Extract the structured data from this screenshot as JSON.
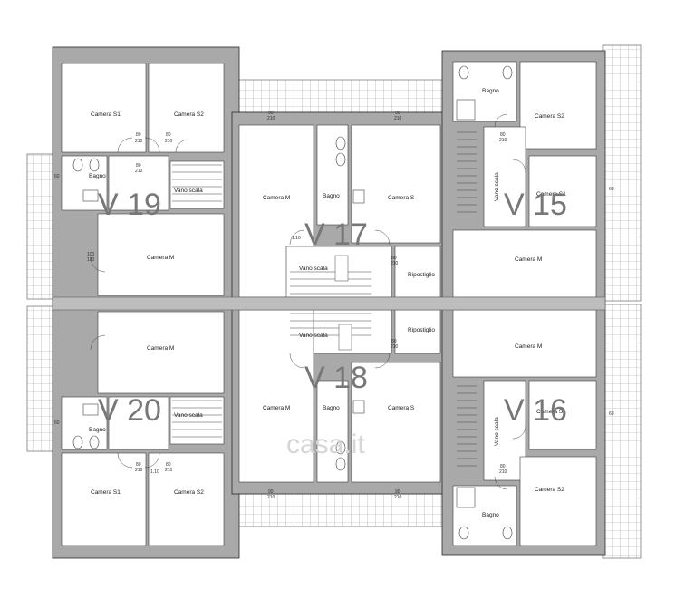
{
  "units": [
    {
      "id": "v19",
      "label": "V 19"
    },
    {
      "id": "v17",
      "label": "V 17"
    },
    {
      "id": "v15",
      "label": "V 15"
    },
    {
      "id": "v20",
      "label": "V 20"
    },
    {
      "id": "v18",
      "label": "V 18"
    },
    {
      "id": "v16",
      "label": "V 16"
    }
  ],
  "rooms": {
    "camera_m": "Camera M",
    "camera_s": "Camera S",
    "camera_s1": "Camera S1",
    "camera_s2": "Camera S2",
    "bagno": "Bagno",
    "vano_scala": "Vano scala",
    "ripostiglio": "Ripostiglio"
  },
  "dimensions": {
    "door_w": "80",
    "door_h": "210",
    "win_w": "100",
    "win_h": "100",
    "level": "1.10",
    "frac": "90",
    "frac_h": "210",
    "small": "60"
  },
  "watermark": "casa.it"
}
